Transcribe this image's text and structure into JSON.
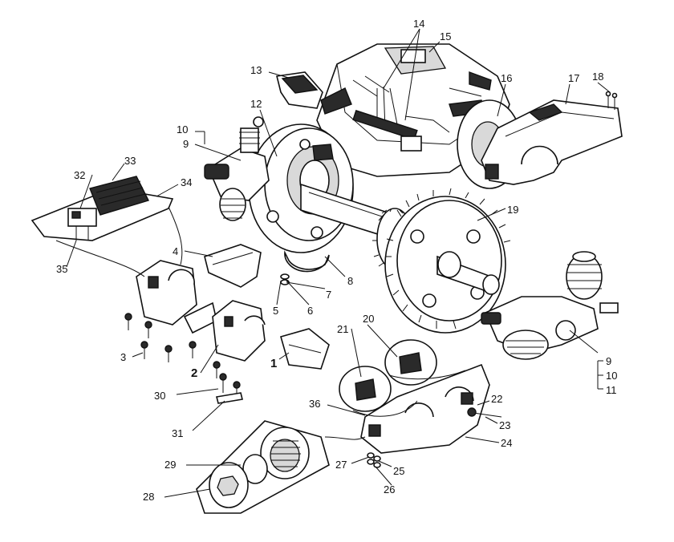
{
  "callouts": [
    {
      "id": "1",
      "text": "1"
    },
    {
      "id": "2",
      "text": "2"
    },
    {
      "id": "3",
      "text": "3"
    },
    {
      "id": "4",
      "text": "4"
    },
    {
      "id": "5",
      "text": "5"
    },
    {
      "id": "6",
      "text": "6"
    },
    {
      "id": "7",
      "text": "7"
    },
    {
      "id": "8",
      "text": "8"
    },
    {
      "id": "9a",
      "text": "9"
    },
    {
      "id": "10a",
      "text": "10"
    },
    {
      "id": "9b",
      "text": "9"
    },
    {
      "id": "10b",
      "text": "10"
    },
    {
      "id": "11",
      "text": "11"
    },
    {
      "id": "12",
      "text": "12"
    },
    {
      "id": "13",
      "text": "13"
    },
    {
      "id": "14",
      "text": "14"
    },
    {
      "id": "15",
      "text": "15"
    },
    {
      "id": "16",
      "text": "16"
    },
    {
      "id": "17",
      "text": "17"
    },
    {
      "id": "18",
      "text": "18"
    },
    {
      "id": "19",
      "text": "19"
    },
    {
      "id": "20",
      "text": "20"
    },
    {
      "id": "21",
      "text": "21"
    },
    {
      "id": "22",
      "text": "22"
    },
    {
      "id": "23",
      "text": "23"
    },
    {
      "id": "24",
      "text": "24"
    },
    {
      "id": "25",
      "text": "25"
    },
    {
      "id": "26",
      "text": "26"
    },
    {
      "id": "27",
      "text": "27"
    },
    {
      "id": "28",
      "text": "28"
    },
    {
      "id": "29",
      "text": "29"
    },
    {
      "id": "30",
      "text": "30"
    },
    {
      "id": "31",
      "text": "31"
    },
    {
      "id": "32",
      "text": "32"
    },
    {
      "id": "33",
      "text": "33"
    },
    {
      "id": "34",
      "text": "34"
    },
    {
      "id": "35",
      "text": "35"
    },
    {
      "id": "36",
      "text": "36"
    }
  ]
}
